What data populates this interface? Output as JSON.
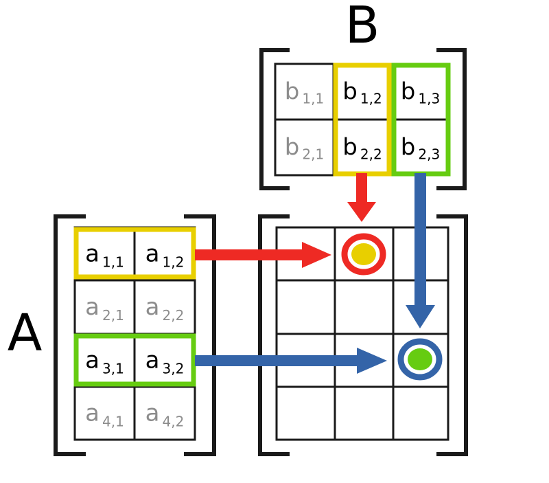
{
  "labels": {
    "matrix_a": "A",
    "matrix_b": "B"
  },
  "matrix_a": {
    "rows": [
      [
        {
          "base": "a",
          "sub": "1,1",
          "highlight": true
        },
        {
          "base": "a",
          "sub": "1,2",
          "highlight": true
        }
      ],
      [
        {
          "base": "a",
          "sub": "2,1",
          "highlight": false
        },
        {
          "base": "a",
          "sub": "2,2",
          "highlight": false
        }
      ],
      [
        {
          "base": "a",
          "sub": "3,1",
          "highlight": true
        },
        {
          "base": "a",
          "sub": "3,2",
          "highlight": true
        }
      ],
      [
        {
          "base": "a",
          "sub": "4,1",
          "highlight": false
        },
        {
          "base": "a",
          "sub": "4,2",
          "highlight": false
        }
      ]
    ]
  },
  "matrix_b": {
    "rows": [
      [
        {
          "base": "b",
          "sub": "1,1",
          "highlight": false
        },
        {
          "base": "b",
          "sub": "1,2",
          "highlight": true
        },
        {
          "base": "b",
          "sub": "1,3",
          "highlight": true
        }
      ],
      [
        {
          "base": "b",
          "sub": "2,1",
          "highlight": false
        },
        {
          "base": "b",
          "sub": "2,2",
          "highlight": true
        },
        {
          "base": "b",
          "sub": "2,3",
          "highlight": true
        }
      ]
    ]
  },
  "colors": {
    "yellow": "#e8cf00",
    "green": "#66cc11",
    "red": "#ee2a24",
    "blue": "#3464a8",
    "line": "#1a1a1a",
    "text_active": "#000000",
    "text_muted": "#8c8c8c"
  }
}
